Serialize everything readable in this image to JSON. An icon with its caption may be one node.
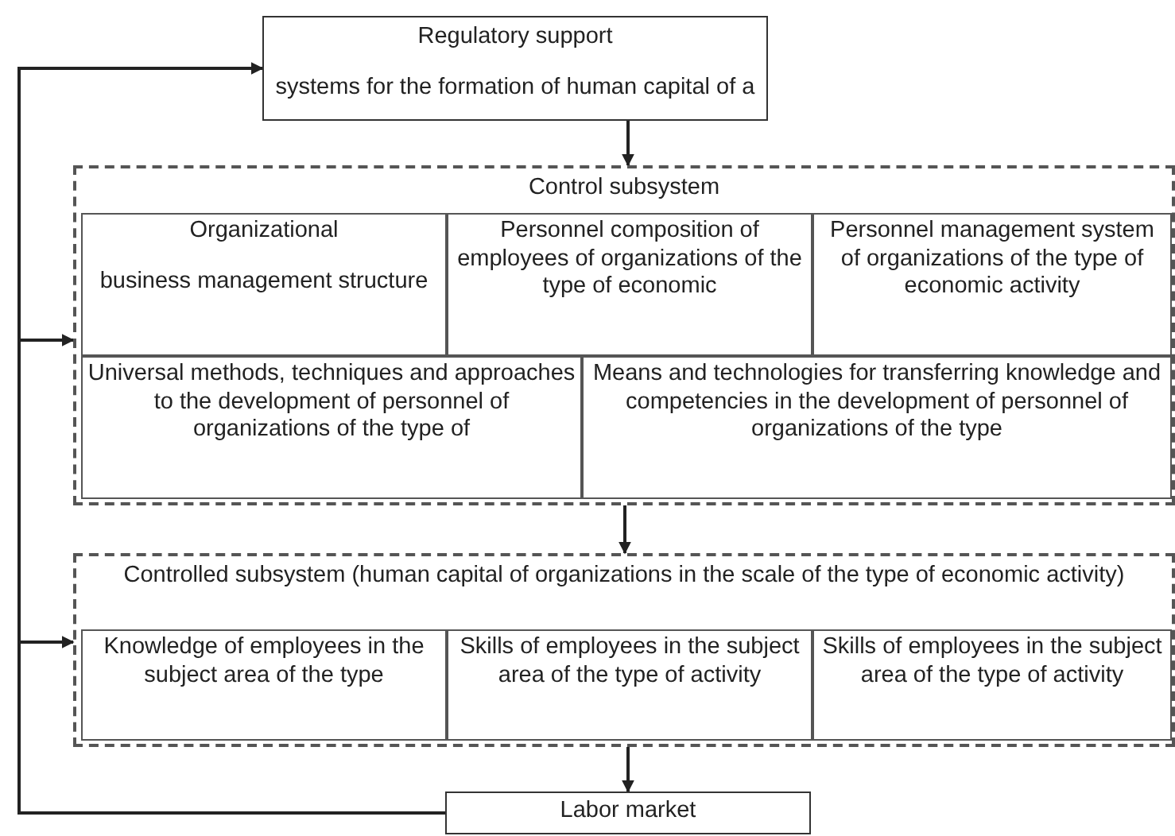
{
  "diagram": {
    "nodes": [
      {
        "text": [
          "Regulatory support",
          "systems for the formation of human capital of a"
        ]
      },
      {
        "text": [
          "Control subsystem"
        ]
      },
      {
        "text": [
          "Organizational",
          "business management structure"
        ],
        "in": 1
      },
      {
        "text": [
          "Personnel composition of employees of organizations of the type of economic"
        ],
        "in": 1
      },
      {
        "text": [
          "Personnel management system of organizations of the type of economic activity"
        ],
        "in": 1
      },
      {
        "text": [
          "Universal methods, techniques and approaches to the development of personnel of organizations of the type of"
        ],
        "in": 1
      },
      {
        "text": [
          "Means and technologies for transferring knowledge and competencies in the development of personnel of organizations of the type"
        ],
        "in": 1
      },
      {
        "text": [
          "Controlled subsystem (human capital of organizations in the scale of the type of economic activity)"
        ]
      },
      {
        "text": [
          "Knowledge of employees in the subject area of the type"
        ],
        "in": 7
      },
      {
        "text": [
          "Skills of employees in the subject area of the type of activity"
        ],
        "in": 7
      },
      {
        "text": [
          "Skills of employees in the subject area of the type of activity"
        ],
        "in": 7
      },
      {
        "text": [
          "Labor market"
        ]
      }
    ],
    "edges": [
      {
        "from": 0,
        "to": 1,
        "arrow": "to"
      },
      {
        "from": 1,
        "to": 7,
        "arrow": "to"
      },
      {
        "from": 7,
        "to": 11,
        "arrow": "to"
      },
      {
        "from": 11,
        "to": 0,
        "arrow": "to"
      },
      {
        "from": 11,
        "to": 1,
        "arrow": "to"
      },
      {
        "from": 11,
        "to": 7,
        "arrow": "to"
      }
    ]
  }
}
